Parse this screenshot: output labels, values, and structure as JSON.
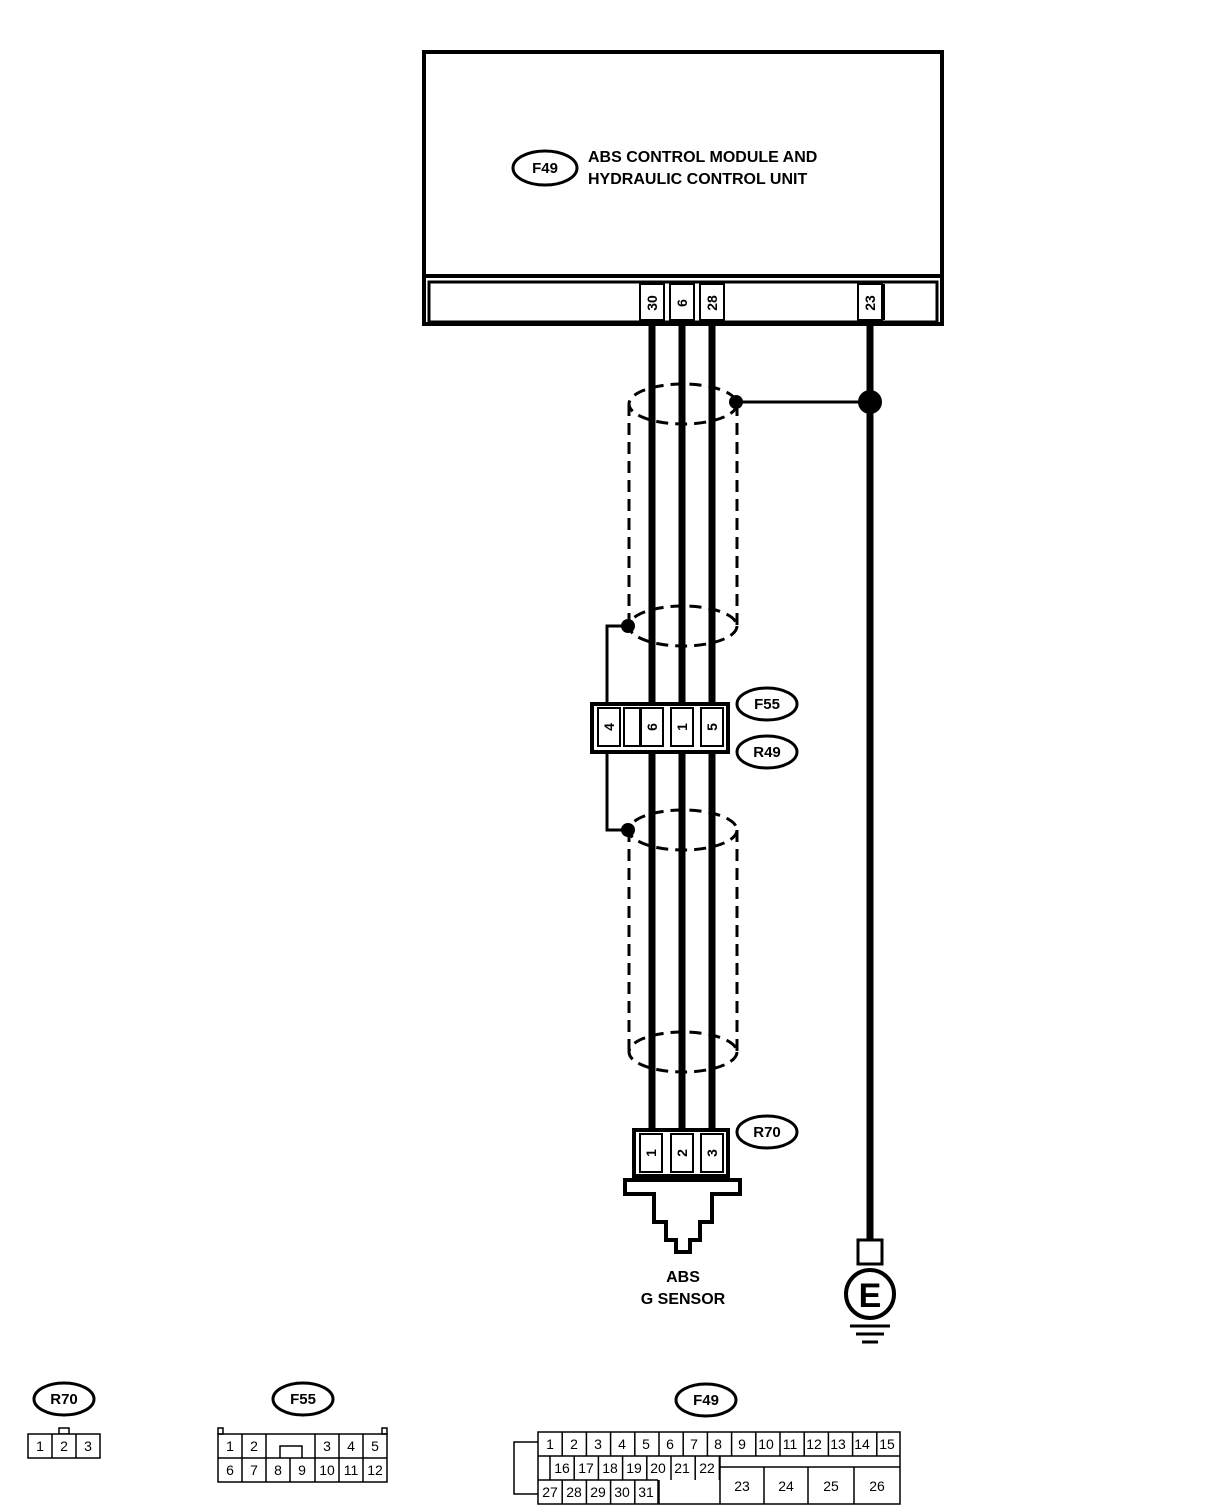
{
  "module": {
    "tag": "F49",
    "title_line1": "ABS CONTROL MODULE AND",
    "title_line2": "HYDRAULIC  CONTROL UNIT",
    "pins": [
      "30",
      "6",
      "28",
      "23"
    ]
  },
  "junction": {
    "tag_upper": "F55",
    "tag_lower": "R49",
    "pins": [
      "4",
      "6",
      "1",
      "5"
    ]
  },
  "sensor": {
    "tag": "R70",
    "pins": [
      "1",
      "2",
      "3"
    ],
    "label_line1": "ABS",
    "label_line2": "G SENSOR"
  },
  "ground": {
    "symbol": "E"
  },
  "legend": {
    "r70": {
      "tag": "R70",
      "cells": [
        "1",
        "2",
        "3"
      ]
    },
    "f55": {
      "tag": "F55",
      "top": [
        "1",
        "2",
        "3",
        "4",
        "5"
      ],
      "bottom": [
        "6",
        "7",
        "8",
        "9",
        "10",
        "11",
        "12"
      ]
    },
    "f49": {
      "tag": "F49",
      "row1": [
        "1",
        "2",
        "3",
        "4",
        "5",
        "6",
        "7",
        "8",
        "9",
        "10",
        "11",
        "12",
        "13",
        "14",
        "15"
      ],
      "row2": [
        "16",
        "17",
        "18",
        "19",
        "20",
        "21",
        "22"
      ],
      "row3": [
        "27",
        "28",
        "29",
        "30",
        "31"
      ],
      "big": [
        "23",
        "24",
        "25",
        "26"
      ]
    }
  }
}
